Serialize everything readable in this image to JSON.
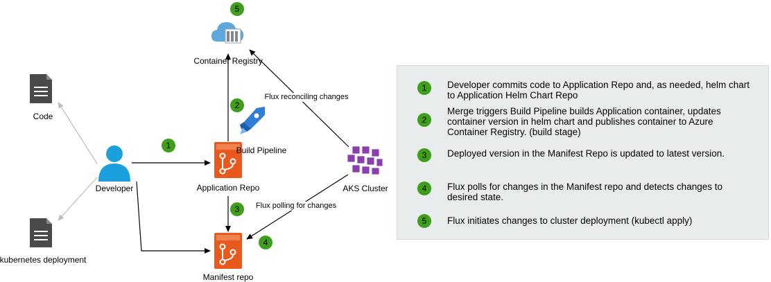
{
  "nodes": {
    "code": "Code",
    "k8s_deployment": "kubernetes deployment",
    "developer": "Developer",
    "container_registry": "Container Registry",
    "build_pipeline": "Build Pipeline",
    "application_repo": "Application Repo",
    "manifest_repo": "Manifest repo",
    "aks_cluster": "AKS Cluster"
  },
  "edges": {
    "flux_reconciling": "Flux reconciling changes",
    "flux_polling": "Flux polling for changes"
  },
  "badges": {
    "registry": "5",
    "pipeline": "2",
    "developer_to_repo": "1",
    "repo_to_manifest": "3",
    "manifest": "4"
  },
  "legend": {
    "steps": [
      {
        "num": "1",
        "text": "Developer commits code to Application Repo and, as needed, helm chart to Application Helm Chart Repo"
      },
      {
        "num": "2",
        "text": "Merge triggers Build Pipeline builds Application container, updates container version in helm chart and publishes container to Azure Container Registry. (build stage)"
      },
      {
        "num": "3",
        "text": "Deployed version in the Manifest Repo is updated to latest version."
      },
      {
        "num": "4",
        "text": "Flux polls for changes in the Manifest repo and detects changes to desired state."
      },
      {
        "num": "5",
        "text": "Flux initiates changes to cluster deployment (kubectl apply)"
      }
    ]
  },
  "colors": {
    "badge_green": "#3f9e1a",
    "repo_orange": "#e9591e",
    "developer_blue": "#1ca0dd",
    "pipeline_blue": "#2f7dd4",
    "aks_purple": "#8a3fae",
    "legend_bg": "#e8ecec",
    "faded_arrow": "#bdbdbd"
  }
}
